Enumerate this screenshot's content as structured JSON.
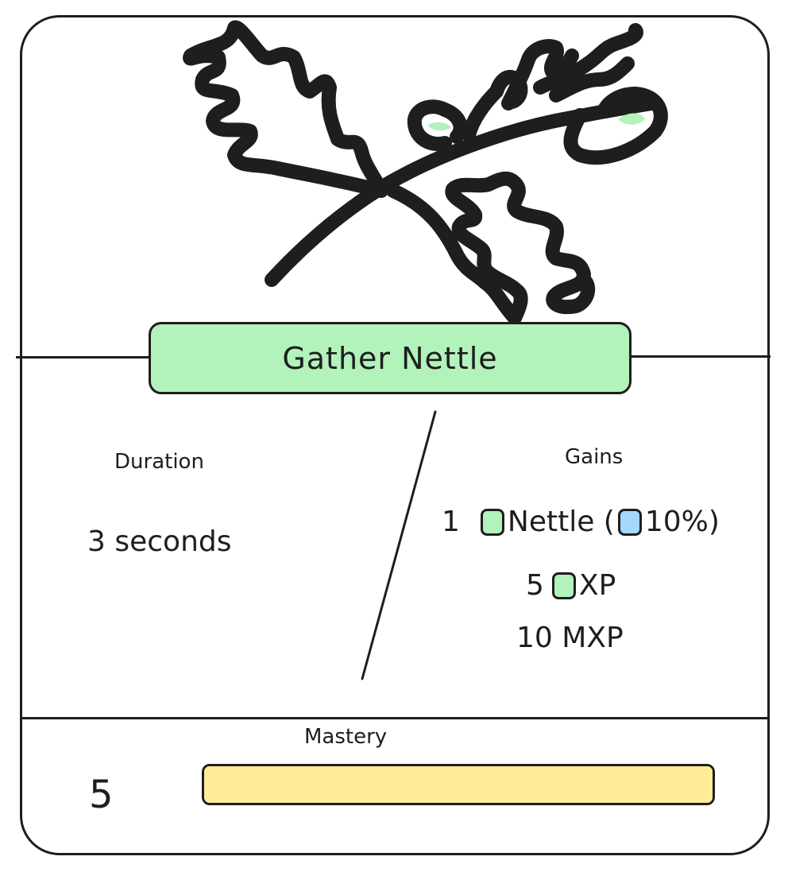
{
  "card": {
    "title": "Gather Nettle",
    "illustration_icon": "nettle-plant-icon"
  },
  "duration": {
    "label": "Duration",
    "value": "3 seconds"
  },
  "gains": {
    "label": "Gains",
    "items": [
      {
        "qty": "1",
        "name": "Nettle (",
        "chance": "10%)"
      },
      {
        "qty": "5",
        "name": "XP"
      },
      {
        "qty": "10 MXP"
      }
    ]
  },
  "mastery": {
    "label": "Mastery",
    "level": "5",
    "progress": 1.0
  },
  "colors": {
    "title_button": "#b2f2bb",
    "green_chip": "#b2f2bb",
    "blue_chip": "#a5d8ff",
    "mastery_bar": "#ffec99",
    "stroke": "#1e1e1e"
  }
}
